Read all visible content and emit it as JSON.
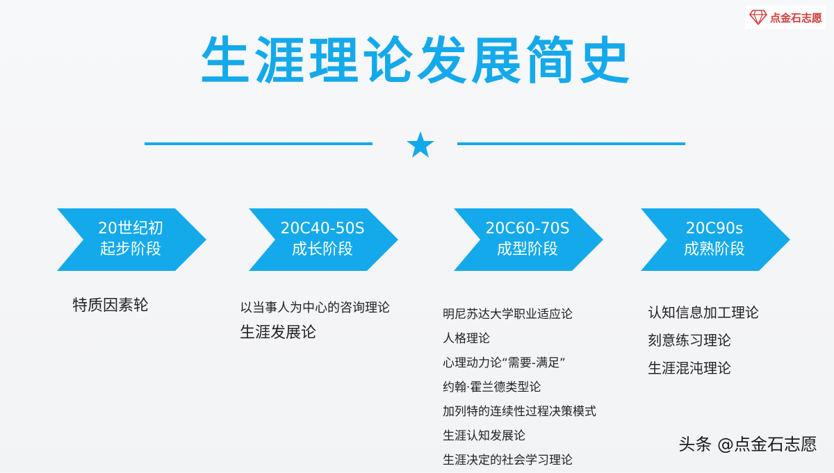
{
  "logo": {
    "icon": "diamond-icon",
    "text": "点金石志愿",
    "color": "#d03a3a"
  },
  "title": "生涯理论发展简史",
  "colors": {
    "accent": "#14a9ea",
    "text": "#222222"
  },
  "decor": {
    "icon": "star-icon"
  },
  "stages": [
    {
      "line1": "20世纪初",
      "line2": "起步阶段",
      "theories": [
        "特质因素轮"
      ]
    },
    {
      "line1": "20C40-50S",
      "line2": "成长阶段",
      "theories": [
        "以当事人为中心的咨询理论",
        "生涯发展论"
      ]
    },
    {
      "line1": "20C60-70S",
      "line2": "成型阶段",
      "theories": [
        "明尼苏达大学职业适应论",
        "人格理论",
        "心理动力论“需要-满足”",
        "约翰·霍兰德类型论",
        "加列特的连续性过程决策模式",
        "生涯认知发展论",
        "生涯决定的社会学习理论"
      ]
    },
    {
      "line1": "20C90s",
      "line2": "成熟阶段",
      "theories": [
        "认知信息加工理论",
        "刻意练习理论",
        "生涯混沌理论"
      ]
    }
  ],
  "watermark": "头条 @点金石志愿"
}
